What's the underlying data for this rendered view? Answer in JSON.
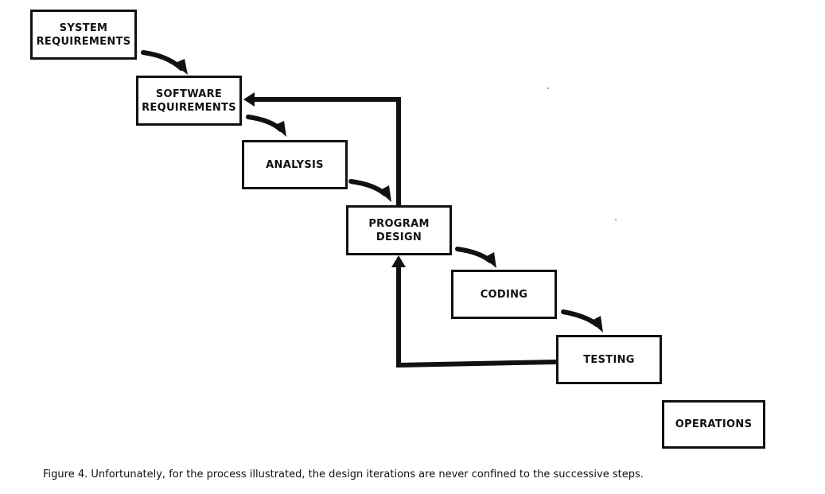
{
  "diagram": {
    "stages": [
      {
        "label": "SYSTEM\nREQUIREMENTS"
      },
      {
        "label": "SOFTWARE\nREQUIREMENTS"
      },
      {
        "label": "ANALYSIS"
      },
      {
        "label": "PROGRAM\nDESIGN"
      },
      {
        "label": "CODING"
      },
      {
        "label": "TESTING"
      },
      {
        "label": "OPERATIONS"
      }
    ],
    "caption": "Figure 4. Unfortunately, for the process illustrated, the design iterations are never confined to the successive steps.",
    "colors": {
      "ink": "#111111",
      "background": "#ffffff"
    }
  }
}
